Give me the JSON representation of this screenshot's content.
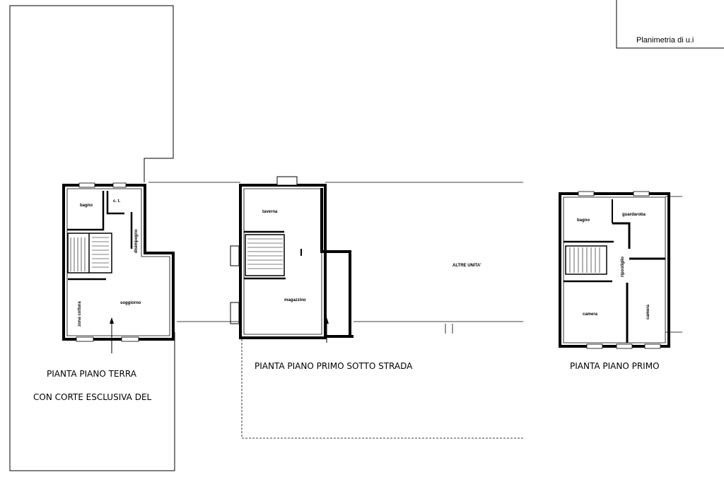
{
  "title_block": {
    "text": "Planimetria di u.i"
  },
  "plans": {
    "ground": {
      "caption_line1": "PIANTA PIANO TERRA",
      "caption_line2": "CON CORTE ESCLUSIVA DEL",
      "rooms": {
        "bagno": "bagno",
        "ct": "c. t.",
        "disimpegno": "disimpegno",
        "zona_cottura": "zona cottura",
        "soggiorno": "soggiorno"
      }
    },
    "basement": {
      "caption": "PIANTA PIANO PRIMO SOTTO STRADA",
      "rooms": {
        "taverna": "taverna",
        "magazzino": "magazzino",
        "altre_unita": "ALTRE UNITA'"
      }
    },
    "first": {
      "caption": "PIANTA PIANO PRIMO",
      "rooms": {
        "bagno": "bagno",
        "guardaroba": "guardaroba",
        "ripostiglio": "ripostiglio",
        "camera_left": "camera",
        "camera_right": "camera"
      }
    }
  },
  "colors": {
    "ink": "#000000",
    "paper": "#ffffff"
  }
}
